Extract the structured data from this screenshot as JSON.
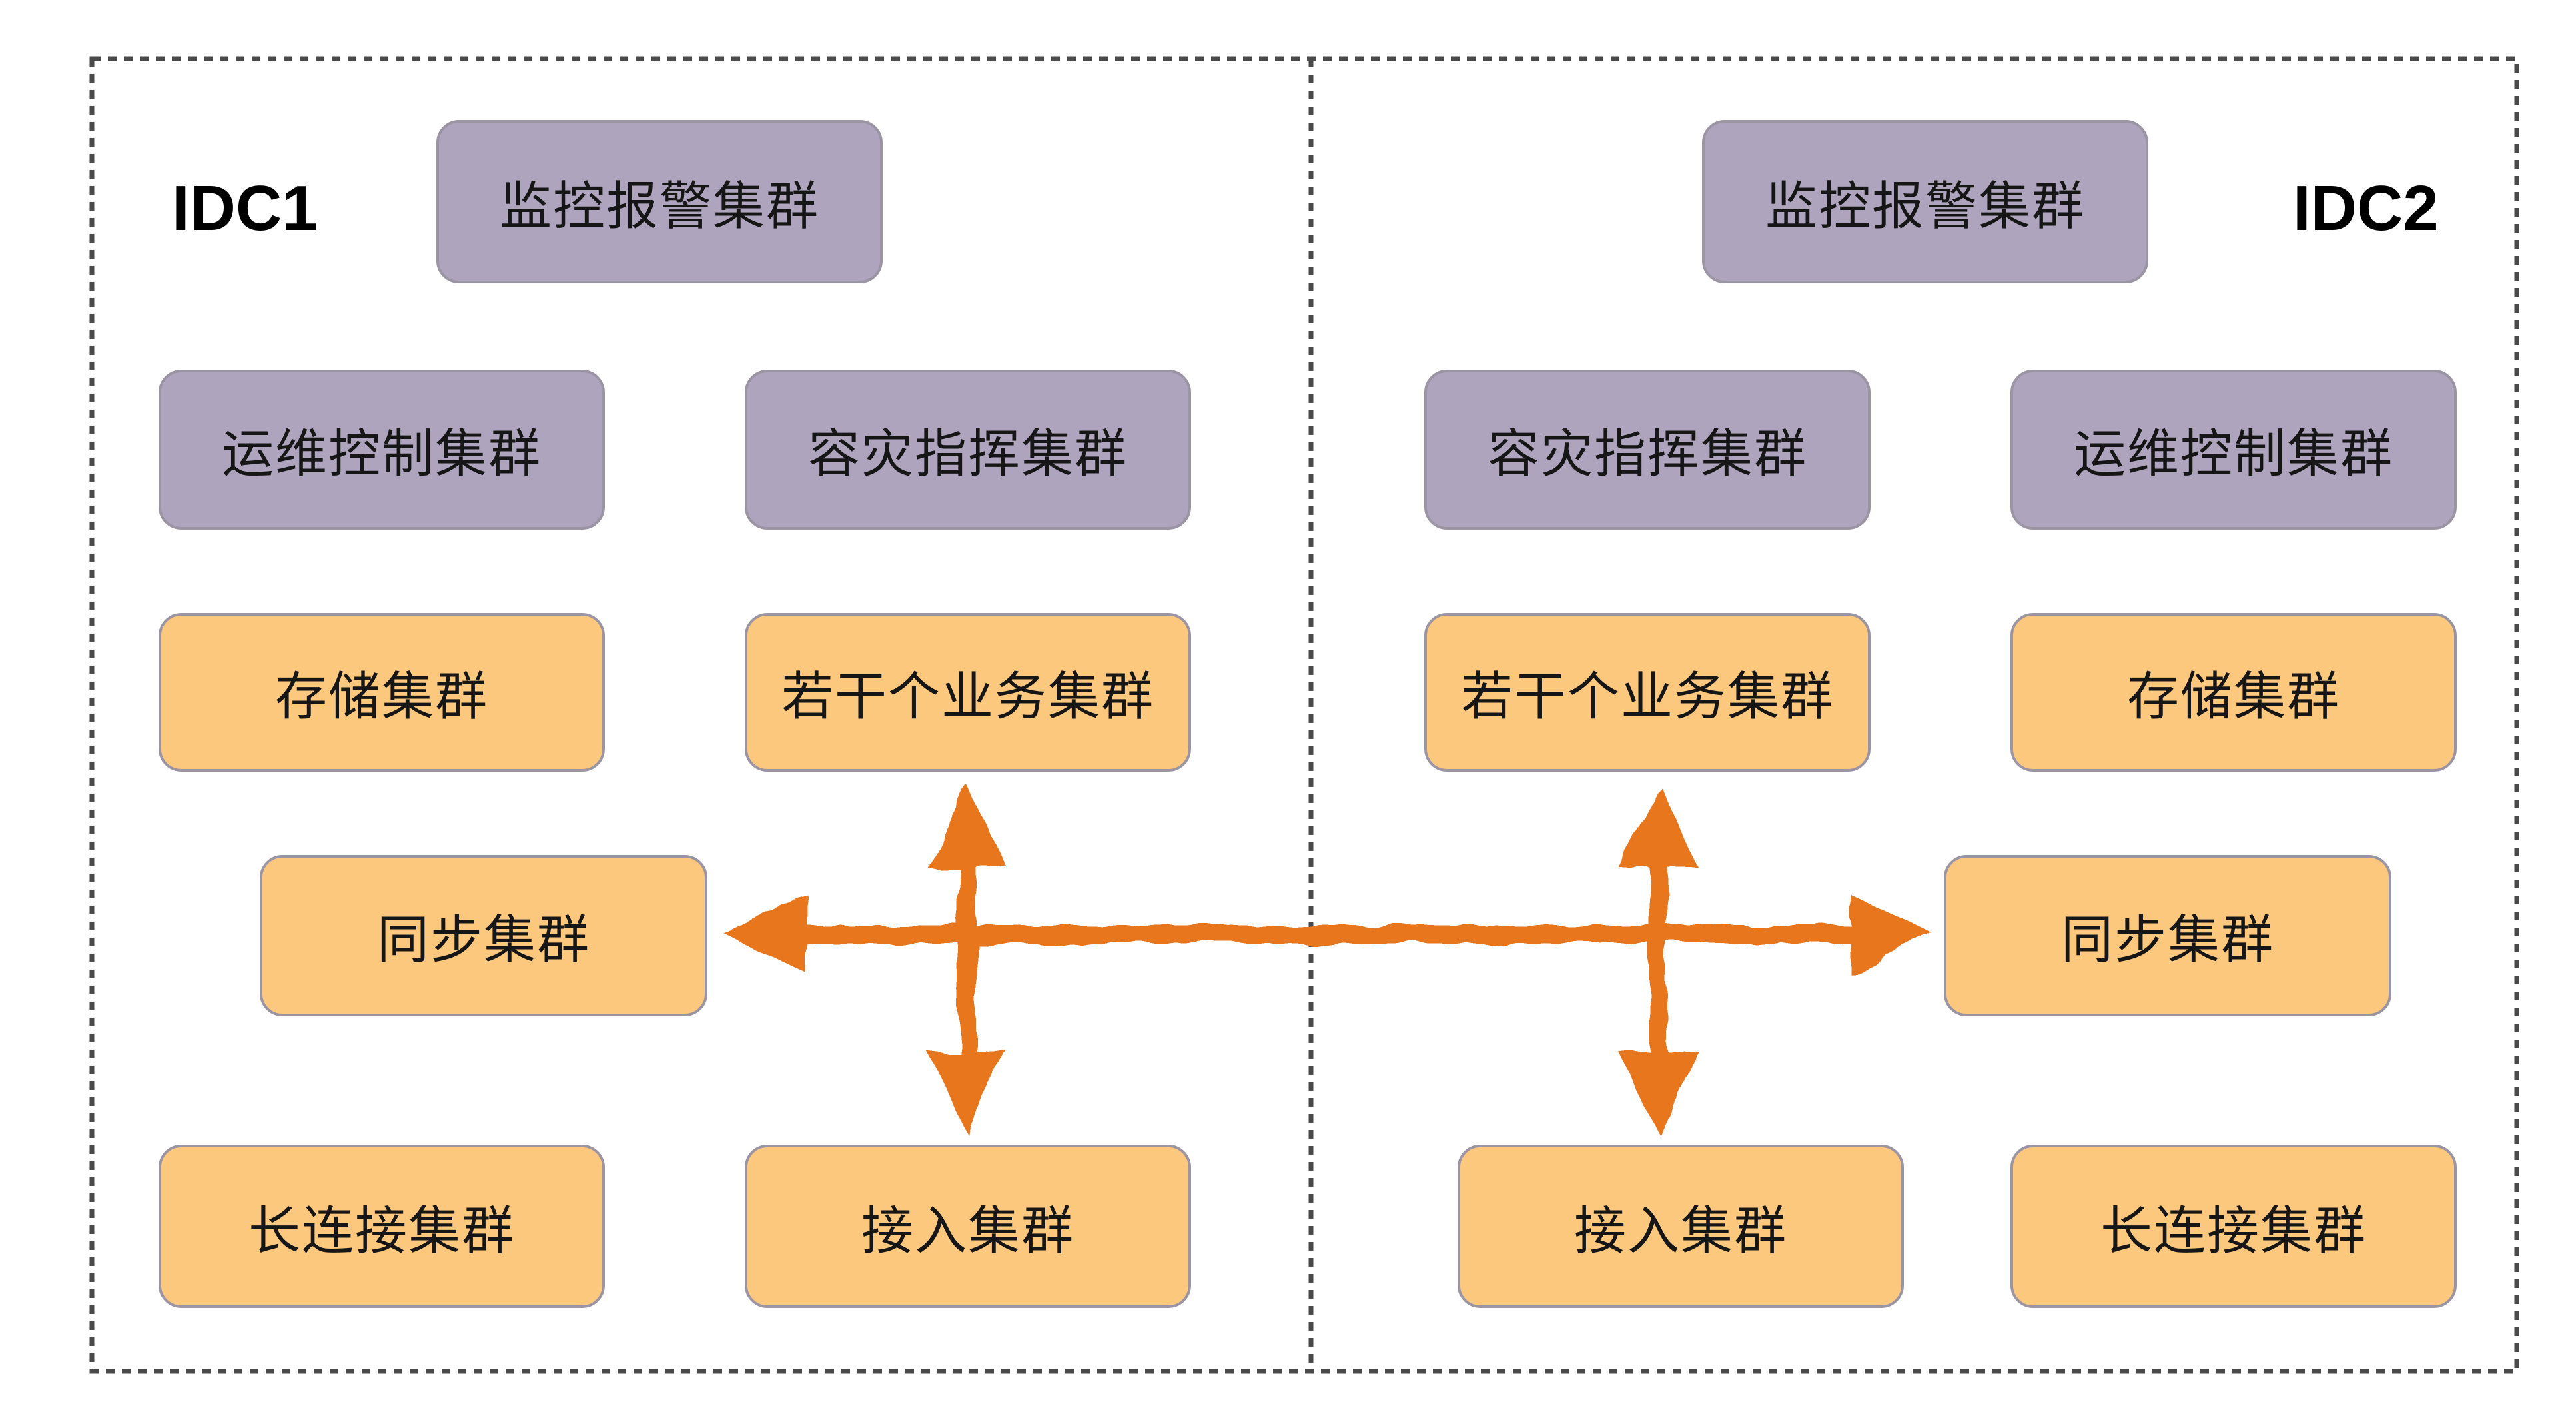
{
  "colors": {
    "purple_box": "#AFA4BD",
    "orange_box": "#FCC87E",
    "box_border": "#9B94A3",
    "arrow": "#E8761B",
    "dashed_border": "#4A4A4A"
  },
  "idc1": {
    "label": "IDC1",
    "monitor_box": "监控报警集群",
    "ops_box": "运维控制集群",
    "disaster_box": "容灾指挥集群",
    "storage_box": "存储集群",
    "business_box": "若干个业务集群",
    "sync_box": "同步集群",
    "long_conn_box": "长连接集群",
    "access_box": "接入集群"
  },
  "idc2": {
    "label": "IDC2",
    "monitor_box": "监控报警集群",
    "disaster_box": "容灾指挥集群",
    "ops_box": "运维控制集群",
    "business_box": "若干个业务集群",
    "storage_box": "存储集群",
    "sync_box": "同步集群",
    "access_box": "接入集群",
    "long_conn_box": "长连接集群"
  }
}
